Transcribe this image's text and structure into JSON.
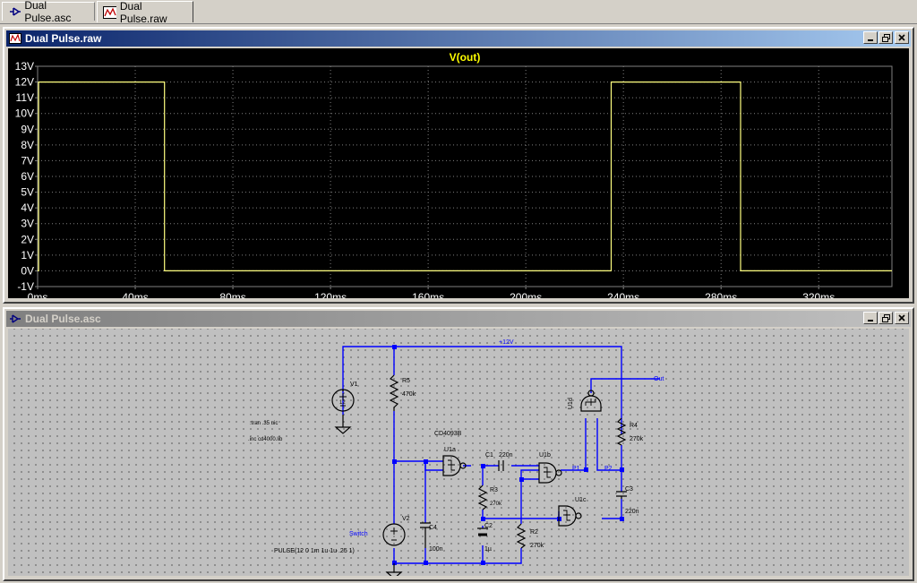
{
  "tabs": [
    {
      "label": "Dual Pulse.asc",
      "icon": "schematic-icon"
    },
    {
      "label": "Dual Pulse.raw",
      "icon": "waveform-icon"
    }
  ],
  "waveform_window": {
    "title": "Dual Pulse.raw",
    "trace_label": "V(out)"
  },
  "schematic_window": {
    "title": "Dual Pulse.asc"
  },
  "chart_data": {
    "type": "line",
    "title": "V(out)",
    "series": [
      {
        "name": "V(out)",
        "color": "#ffff80",
        "x": [
          0,
          0.4,
          0.4,
          52,
          52,
          235,
          235,
          288,
          288,
          350
        ],
        "y": [
          0,
          0,
          12,
          12,
          0,
          0,
          12,
          12,
          0,
          0
        ]
      }
    ],
    "x_ticks": [
      "0ms",
      "40ms",
      "80ms",
      "120ms",
      "160ms",
      "200ms",
      "240ms",
      "280ms",
      "320ms"
    ],
    "x_tick_values": [
      0,
      40,
      80,
      120,
      160,
      200,
      240,
      280,
      320
    ],
    "y_ticks": [
      "13V",
      "12V",
      "11V",
      "10V",
      "9V",
      "8V",
      "7V",
      "6V",
      "5V",
      "4V",
      "3V",
      "2V",
      "1V",
      "0V",
      "-1V"
    ],
    "y_tick_values": [
      13,
      12,
      11,
      10,
      9,
      8,
      7,
      6,
      5,
      4,
      3,
      2,
      1,
      0,
      -1
    ],
    "xlim": [
      0,
      350
    ],
    "ylim": [
      -1,
      13
    ],
    "grid": true,
    "colors": {
      "background": "#000000",
      "axis_text": "#ffffff",
      "grid": "#808080",
      "title": "#ffff00"
    }
  },
  "schematic": {
    "labels": {
      "supply": "+12V",
      "out": "Out",
      "v1": "V1",
      "v1_val": "12",
      "v2": "V2",
      "r5": "R5",
      "r5_val": "470k",
      "r4": "R4",
      "r4_val": "270k",
      "r3": "R3",
      "r3_val": "270k",
      "r2": "R2",
      "r2_val": "270k",
      "c1": "C1",
      "c1_val": "220n",
      "c2": "C2",
      "c2_val": "1µ",
      "c3": "C3",
      "c3_val": "220n",
      "c4": "C4",
      "c4_val": "100n",
      "u1a": "U1a",
      "u1b": "U1b",
      "u1c": "U1c",
      "u1d": "U1d",
      "p1": "P1",
      "p2": "P2",
      "chip": "CD4093B",
      "tran": ".tran .35 uic",
      "inc": ".inc cd4000.lib",
      "switch": "Switch",
      "pulse": "PULSE(12 0 1m 1u 1u .25 1)"
    },
    "colors": {
      "wire": "#0000ff",
      "component": "#000000",
      "net_label": "#0000ff"
    }
  }
}
